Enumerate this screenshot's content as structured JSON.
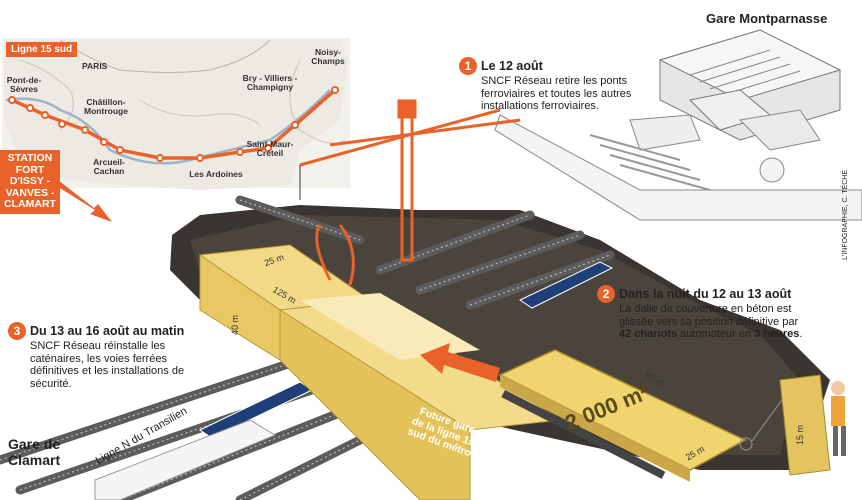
{
  "map": {
    "tag": "Ligne 15 sud",
    "paris": "PARIS",
    "cities": {
      "pont_de_sevres": "Pont-de-Sèvres",
      "chatillon": "Châtillon-Montrouge",
      "bry": "Bry - Villiers - Champigny",
      "noisy": "Noisy-Champs",
      "arcueil": "Arcueil-Cachan",
      "ardoines": "Les Ardoines",
      "saint_maur": "Saint-Maur-Créteil"
    },
    "station_label": "STATION FORT D'ISSY - VANVES - CLAMART"
  },
  "gare_montparnasse": "Gare Montparnasse",
  "credit": "L'INFOGRAPHIE, C. TÉCHÉ",
  "steps": [
    {
      "num": "1",
      "title": "Le 12 août",
      "text": "SNCF Réseau retire les ponts ferroviaires et toutes les autres installations ferroviaires."
    },
    {
      "num": "2",
      "title": "Dans la nuit du 12 au 13 août",
      "text_a": "La dalle de couverture en béton est glissée vers sa position définitive par ",
      "bold_a": "42 chariots",
      "text_b": " automoteur en ",
      "bold_b": "3 heures",
      "text_c": "."
    },
    {
      "num": "3",
      "title": "Du 13 au 16 août au matin",
      "text": "SNCF Réseau réinstalle les caténaires, les voies ferrées définitives et les installations de sécurité."
    }
  ],
  "dimensions": {
    "d25": "25 m",
    "d125": "125 m",
    "d40": "40 m",
    "d80": "80 m",
    "d25b": "25 m",
    "d15": "15 m"
  },
  "slab_area": "2 000 m²",
  "future_gare": "Future gare de la ligne 15 sud du métro",
  "gare_clamart": "Gare de Clamart",
  "ligne_n": "Ligne N du Transilien"
}
